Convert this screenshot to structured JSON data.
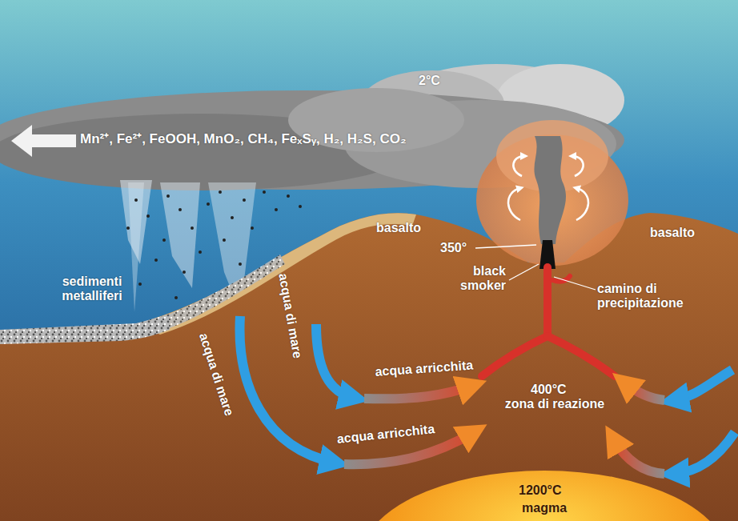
{
  "diagram": {
    "labels": [
      "2°C",
      "Mn²⁺, Fe²⁺, FeOOH, MnO₂, CH₄, FeₓSᵧ, H₂, H₂S, CO₂",
      "basalto",
      "basalto",
      "350°",
      "black smoker",
      "camino di precipitazione",
      "sedimenti metalliferi",
      "acqua di mare",
      "acqua arricchita",
      "acqua di mare",
      "acqua arricchita",
      "400°C",
      "zona di reazione",
      "1200°C",
      "magma"
    ]
  }
}
